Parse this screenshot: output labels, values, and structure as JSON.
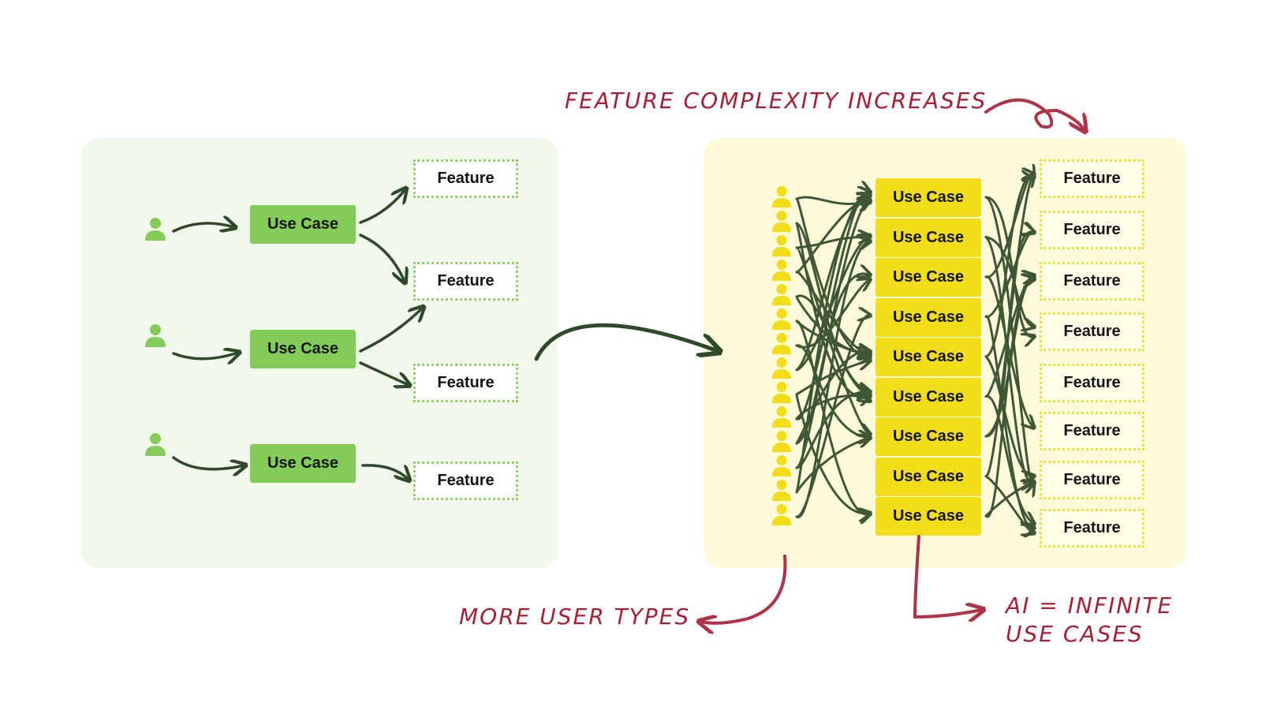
{
  "left_diagram": {
    "use_case_label": "Use Case",
    "feature_label": "Feature",
    "use_case_count": 3,
    "feature_count": 4
  },
  "right_diagram": {
    "use_case_label": "Use Case",
    "feature_label": "Feature",
    "use_case_count": 9,
    "feature_count": 8,
    "user_count": 14
  },
  "annotations": {
    "feature_complexity": "FEATURE COMPLEXITY INCREASES",
    "more_user_types": "MORE USER TYPES",
    "ai_infinite": "AI = INFINITE USE CASES"
  },
  "colors": {
    "left_panel_bg": "#f3f8ec",
    "left_box": "#84cc5a",
    "left_dotted": "#8fd36a",
    "right_panel_bg": "#fdfbda",
    "right_box": "#f1dd19",
    "right_dotted": "#eedf3a",
    "arrow": "#2f4a2a",
    "annotation": "#a61f34"
  },
  "icons": {
    "user": "person-icon",
    "arrow": "curved-arrow-icon"
  }
}
